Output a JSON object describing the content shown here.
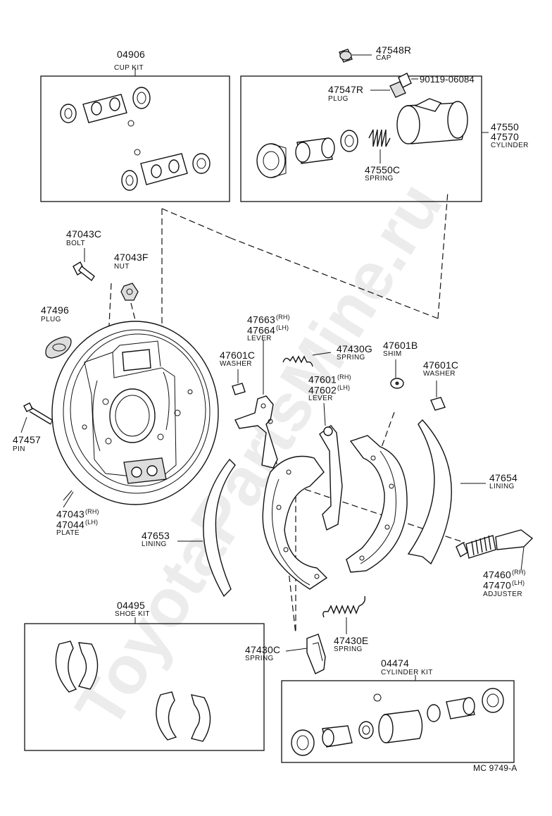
{
  "watermark": "ToyotaPartsMine.ru",
  "diagram_code": "MC 9749-A",
  "parts": {
    "cup_kit": {
      "number": "04906",
      "name": "CUP KIT"
    },
    "cap": {
      "number": "47548R",
      "name": "CAP"
    },
    "bolt_90119": {
      "number": "90119-06084"
    },
    "plug_47547r": {
      "number": "47547R",
      "name": "PLUG"
    },
    "cylinder": {
      "number_rh": "47550",
      "number_lh": "47570",
      "name": "CYLINDER"
    },
    "spring_47550c": {
      "number": "47550C",
      "name": "SPRING"
    },
    "bolt": {
      "number": "47043C",
      "name": "BOLT"
    },
    "nut": {
      "number": "47043F",
      "name": "NUT"
    },
    "plug_47496": {
      "number": "47496",
      "name": "PLUG"
    },
    "lever_upper": {
      "number_rh": "47663",
      "number_lh": "47664",
      "suffix_rh": "(RH)",
      "suffix_lh": "(LH)",
      "name": "LEVER"
    },
    "washer_left": {
      "number": "47601C",
      "name": "WASHER"
    },
    "spring_47430g": {
      "number": "47430G",
      "name": "SPRING"
    },
    "shim": {
      "number": "47601B",
      "name": "SHIM"
    },
    "washer_right": {
      "number": "47601C",
      "name": "WASHER"
    },
    "lever_lower": {
      "number_rh": "47601",
      "number_lh": "47602",
      "suffix_rh": "(RH)",
      "suffix_lh": "(LH)",
      "name": "LEVER"
    },
    "pin": {
      "number": "47457",
      "name": "PIN"
    },
    "lining_right": {
      "number": "47654",
      "name": "LINING"
    },
    "plate": {
      "number_rh": "47043",
      "number_lh": "47044",
      "suffix_rh": "(RH)",
      "suffix_lh": "(LH)",
      "name": "PLATE"
    },
    "lining_left": {
      "number": "47653",
      "name": "LINING"
    },
    "adjuster": {
      "number_rh": "47460",
      "number_lh": "47470",
      "suffix_rh": "(RH)",
      "suffix_lh": "(LH)",
      "name": "ADJUSTER"
    },
    "shoe_kit": {
      "number": "04495",
      "name": "SHOE KIT"
    },
    "spring_47430e": {
      "number": "47430E",
      "name": "SPRING"
    },
    "spring_47430c": {
      "number": "47430C",
      "name": "SPRING"
    },
    "cylinder_kit": {
      "number": "04474",
      "name": "CYLINDER KIT"
    }
  },
  "colors": {
    "ink": "#111111",
    "background": "#ffffff",
    "watermark": "#ececec"
  }
}
